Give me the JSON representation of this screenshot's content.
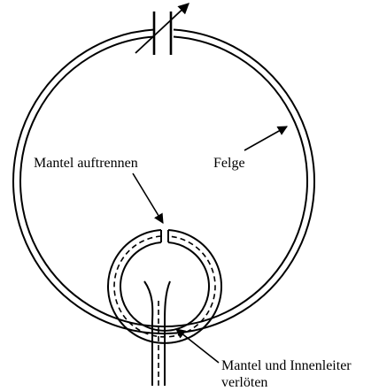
{
  "labels": {
    "mantel_auftrennen": "Mantel auftrennen",
    "felge": "Felge",
    "mantel_innenleiter_line1": "Mantel und Innenleiter",
    "mantel_innenleiter_line2": "verlöten"
  },
  "colors": {
    "ink": "#000000",
    "background": "#ffffff"
  }
}
